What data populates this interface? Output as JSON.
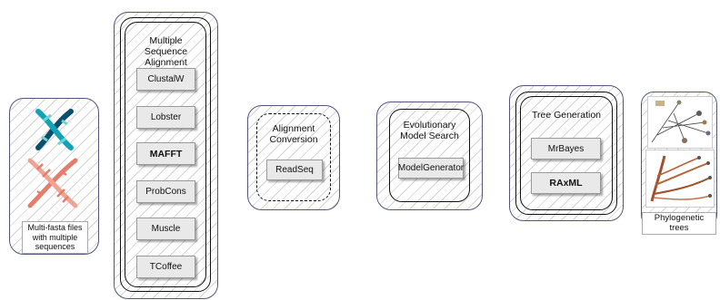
{
  "input": {
    "caption": "Multi-fasta files with multiple sequences",
    "icons": [
      "dna-helix-teal-icon",
      "dna-helix-salmon-icon"
    ]
  },
  "msa": {
    "title": "Multiple Sequence Alignment",
    "tools": [
      "ClustalW",
      "Lobster",
      "MAFFT",
      "ProbCons",
      "Muscle",
      "TCoffee"
    ]
  },
  "conversion": {
    "title": "Alignment Conversion",
    "tool": "ReadSeq"
  },
  "model_search": {
    "title": "Evolutionary Model Search",
    "tool": "ModelGenerator"
  },
  "tree_gen": {
    "title": "Tree Generation",
    "tools": [
      "MrBayes",
      "RAxML"
    ]
  },
  "output": {
    "caption": "Phylogenetic trees"
  },
  "colors": {
    "outline": "#55557a",
    "hatch": "#d2d2d2",
    "button": "#e9e9e9",
    "dna_teal": "#0f8fa3",
    "dna_salmon": "#e98a7a"
  }
}
